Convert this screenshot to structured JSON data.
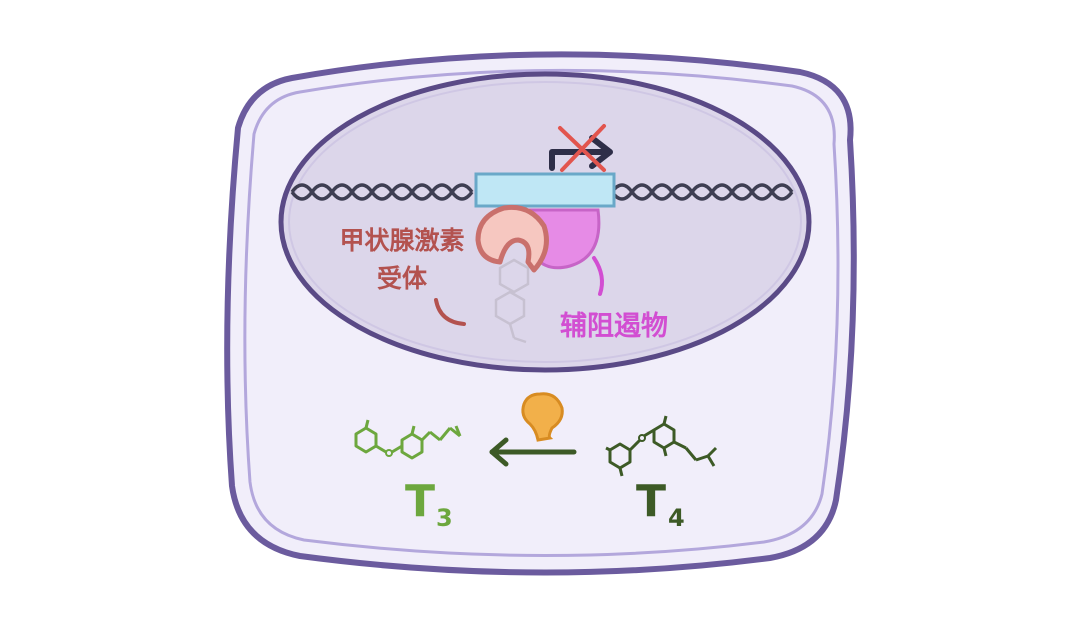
{
  "labels": {
    "receptor_line1": "甲状腺激素",
    "receptor_line2": "受体",
    "corepressor": "辅阻遏物",
    "t3_letter": "T",
    "t3_sub": "3",
    "t4_letter": "T",
    "t4_sub": "4"
  },
  "colors": {
    "cell_border": "#6b5b9e",
    "cell_fill": "#f1eefa",
    "nucleus_fill": "#dcd6ea",
    "receptor": "#c9706c",
    "corepressor": "#e68be6",
    "gene_box": "#bfe7f5",
    "t3": "#6da73e",
    "t4": "#3d5a26",
    "enzyme": "#f2b04a",
    "block_x": "#e2554e"
  }
}
